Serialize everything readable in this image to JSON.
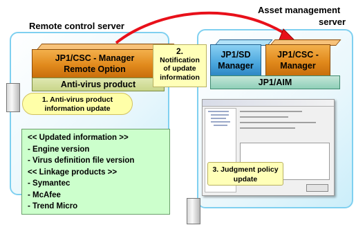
{
  "remote_server": {
    "title": "Remote control server",
    "manager_label_line1": "JP1/CSC - Manager",
    "manager_label_line2": "Remote Option",
    "antivirus_label": "Anti-virus product"
  },
  "asset_server": {
    "title_line1": "Asset management",
    "title_line2": "server",
    "sd_manager_line1": "JP1/SD",
    "sd_manager_line2": "Manager",
    "csc_manager_line1": "JP1/CSC -",
    "csc_manager_line2": "Manager",
    "aim_label": "JP1/AIM"
  },
  "steps": {
    "step1_line1": "1. Anti-virus product",
    "step1_line2": "information update",
    "step2_line1": "2.",
    "step2_line2": "Notification",
    "step2_line3": "of update",
    "step2_line4": "information",
    "step3_line1": "3. Judgment policy",
    "step3_line2": "update"
  },
  "info_box": {
    "lines": [
      "<< Updated information >>",
      "- Engine version",
      "- Virus definition file version",
      "<< Linkage products >>",
      "- Symantec",
      "- McAfee",
      "- Trend Micro"
    ]
  },
  "colors": {
    "arrow": "#e8101a",
    "server_border": "#7fd0f0",
    "info_box_bg": "#ccffcc"
  }
}
